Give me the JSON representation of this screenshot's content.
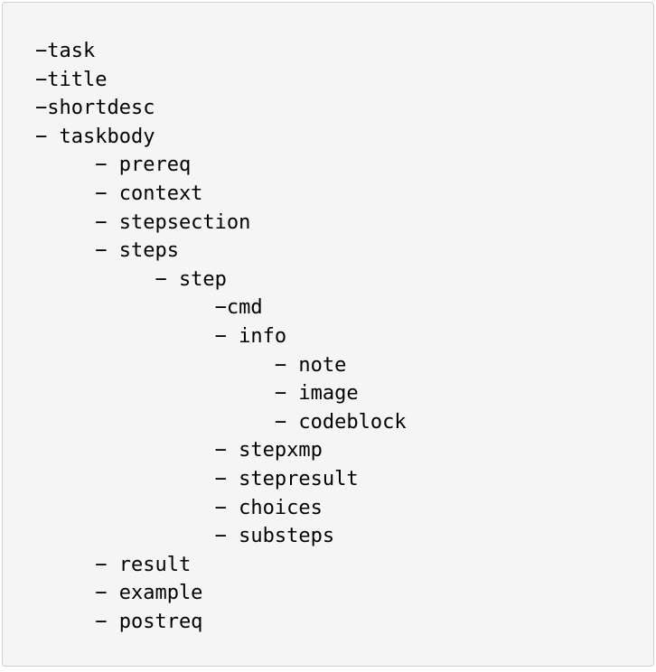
{
  "code_block": {
    "lines": [
      "−task",
      "−title",
      "−shortdesc",
      "− taskbody",
      "     − prereq",
      "     − context",
      "     − stepsection",
      "     − steps",
      "          − step",
      "               −cmd",
      "               − info",
      "                    − note",
      "                    − image",
      "                    − codeblock",
      "               − stepxmp",
      "               − stepresult",
      "               − choices",
      "               − substeps",
      "     − result",
      "     − example",
      "     − postreq"
    ]
  }
}
